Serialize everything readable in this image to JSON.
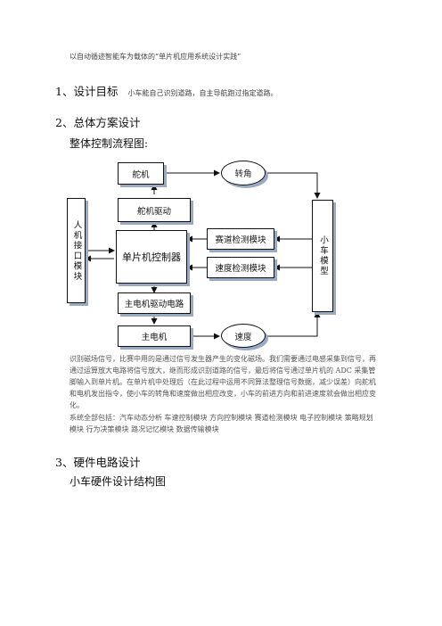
{
  "header": "以自动循迹智能车为载体的“单片机应用系统设计实践”",
  "section1": {
    "title": "1、设计目标",
    "desc": "小车能自己识别道路，自主导航跑过指定道路。"
  },
  "section2": {
    "title": "2、总体方案设计",
    "subtitle": "整体控制流程图:"
  },
  "diagram": {
    "servo": "舵机",
    "servo_drive": "舵机驱动",
    "mcu": "单片机控制器",
    "motor_drive": "主电机驱动电路",
    "motor": "主电机",
    "track_detect": "赛道检测模块",
    "speed_detect": "速度检测模块",
    "hmi": "人机接口模块",
    "car_model": "小车模型",
    "steering": "转角",
    "speed": "速度"
  },
  "paragraph1": "识别磁场信号，比赛中用的是通过信号发生器产生的变化磁场。我们需要通过电感采集到信号，再通过运算放大电路将信号放大，继而形成识别道路的信号，最后将信号通过单片机的 ADC 采集管脚输入到单片机。在单片机中处理后（在此过程中运用不同算法整理信号数据，减少误差）向舵机和电机发出指令，使小车的转角和速度做出相应改变，小车的前进方向和前进速度就会做出相应变化。",
  "paragraph2": "系统全部包括：汽车动态分析 车速控制模块 方向控制模块 赛道检测模块 电子控制模块 策略规划模块 行为决策模块 路况记忆模块 数据传输模块",
  "section3": {
    "title": "3、硬件电路设计",
    "subtitle": "小车硬件设计结构图"
  }
}
